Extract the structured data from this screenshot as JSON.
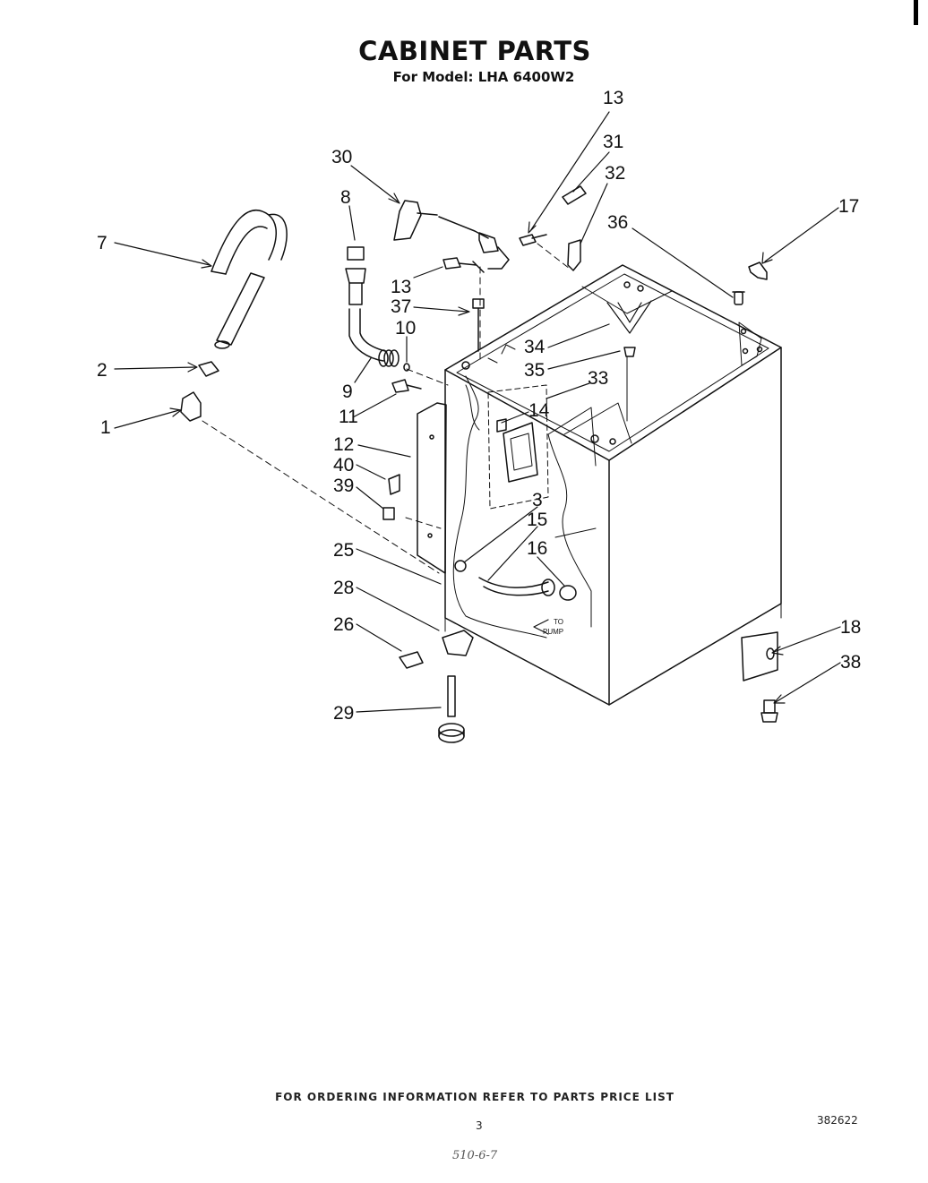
{
  "header": {
    "title": "CABINET PARTS",
    "subtitle": "For Model: LHA 6400W2"
  },
  "diagram": {
    "callouts": [
      "1",
      "2",
      "3",
      "7",
      "8",
      "9",
      "10",
      "11",
      "12",
      "13",
      "13",
      "14",
      "15",
      "16",
      "17",
      "18",
      "25",
      "26",
      "28",
      "29",
      "30",
      "31",
      "32",
      "33",
      "34",
      "35",
      "36",
      "37",
      "38",
      "39",
      "40"
    ],
    "annotation_lines": [
      "TO",
      "PUMP"
    ]
  },
  "footer": {
    "ordering_note": "FOR ORDERING INFORMATION REFER TO PARTS PRICE LIST",
    "page_number": "3",
    "document_number": "382622",
    "handwritten_note": "510-6-7"
  }
}
